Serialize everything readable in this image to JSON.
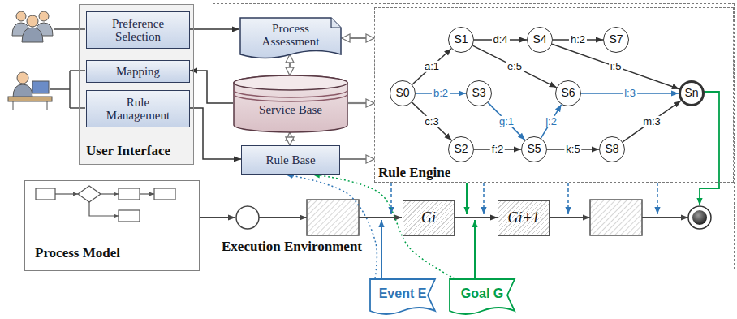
{
  "diagram": {
    "nodes": [
      {
        "text": [
          "User Interface"
        ]
      },
      {
        "text": [
          "Preference Selection"
        ],
        "in": 0
      },
      {
        "text": [
          "Mapping"
        ],
        "in": 0
      },
      {
        "text": [
          "Rule Management"
        ],
        "in": 0
      },
      {
        "text": [
          "Execution Environment"
        ]
      },
      {
        "text": [
          "Process Assessment"
        ],
        "in": 4
      },
      {
        "text": [
          "Service Base"
        ],
        "in": 4
      },
      {
        "text": [
          "Rule Base"
        ],
        "in": 4
      },
      {
        "text": [
          "Rule Engine"
        ],
        "in": 4
      },
      {
        "text": [
          "S0"
        ],
        "in": 8
      },
      {
        "text": [
          "S1"
        ],
        "in": 8
      },
      {
        "text": [
          "S2"
        ],
        "in": 8
      },
      {
        "text": [
          "S3"
        ],
        "in": 8
      },
      {
        "text": [
          "S4"
        ],
        "in": 8
      },
      {
        "text": [
          "S5"
        ],
        "in": 8
      },
      {
        "text": [
          "S6"
        ],
        "in": 8
      },
      {
        "text": [
          "S7"
        ],
        "in": 8
      },
      {
        "text": [
          "S8"
        ],
        "in": 8
      },
      {
        "text": [
          "Sn"
        ],
        "in": 8
      },
      {
        "text": [
          "Gi"
        ],
        "in": 4
      },
      {
        "text": [
          "Gi+1"
        ],
        "in": 4
      },
      {
        "text": [
          "Process Model"
        ]
      },
      {
        "text": [
          "Event E"
        ]
      },
      {
        "text": [
          "Goal G"
        ]
      }
    ],
    "edges": [
      {
        "from": 1,
        "to": 5,
        "arrow": "to"
      },
      {
        "from": 6,
        "to": 2,
        "arrow": "to"
      },
      {
        "from": 3,
        "to": 7,
        "arrow": "to"
      },
      {
        "from": 5,
        "to": 8,
        "arrow": "both"
      },
      {
        "from": 5,
        "to": 6,
        "arrow": "both"
      },
      {
        "from": 6,
        "to": 8,
        "arrow": "to"
      },
      {
        "from": 6,
        "to": 7,
        "arrow": "both"
      },
      {
        "from": 7,
        "to": 8,
        "arrow": "to"
      },
      {
        "from": 9,
        "to": 10,
        "label": "a:1",
        "arrow": "to"
      },
      {
        "from": 9,
        "to": 12,
        "label": "b:2",
        "arrow": "to"
      },
      {
        "from": 9,
        "to": 11,
        "label": "c:3",
        "arrow": "to"
      },
      {
        "from": 10,
        "to": 13,
        "label": "d:4",
        "arrow": "to"
      },
      {
        "from": 10,
        "to": 15,
        "label": "e:5",
        "arrow": "to"
      },
      {
        "from": 11,
        "to": 14,
        "label": "f:2",
        "arrow": "to"
      },
      {
        "from": 12,
        "to": 14,
        "label": "g:1",
        "arrow": "to"
      },
      {
        "from": 14,
        "to": 15,
        "label": "j:2",
        "arrow": "to"
      },
      {
        "from": 13,
        "to": 16,
        "label": "h:2",
        "arrow": "to"
      },
      {
        "from": 13,
        "to": 18,
        "label": "i:5",
        "arrow": "to"
      },
      {
        "from": 15,
        "to": 18,
        "label": "l:3",
        "arrow": "to"
      },
      {
        "from": 14,
        "to": 17,
        "label": "k:5",
        "arrow": "to"
      },
      {
        "from": 17,
        "to": 18,
        "label": "m:3",
        "arrow": "to"
      },
      {
        "from": 19,
        "to": 20,
        "arrow": "to"
      },
      {
        "from": 22,
        "to": 7,
        "arrow": "to"
      },
      {
        "from": 23,
        "to": 7,
        "arrow": "to"
      }
    ]
  }
}
